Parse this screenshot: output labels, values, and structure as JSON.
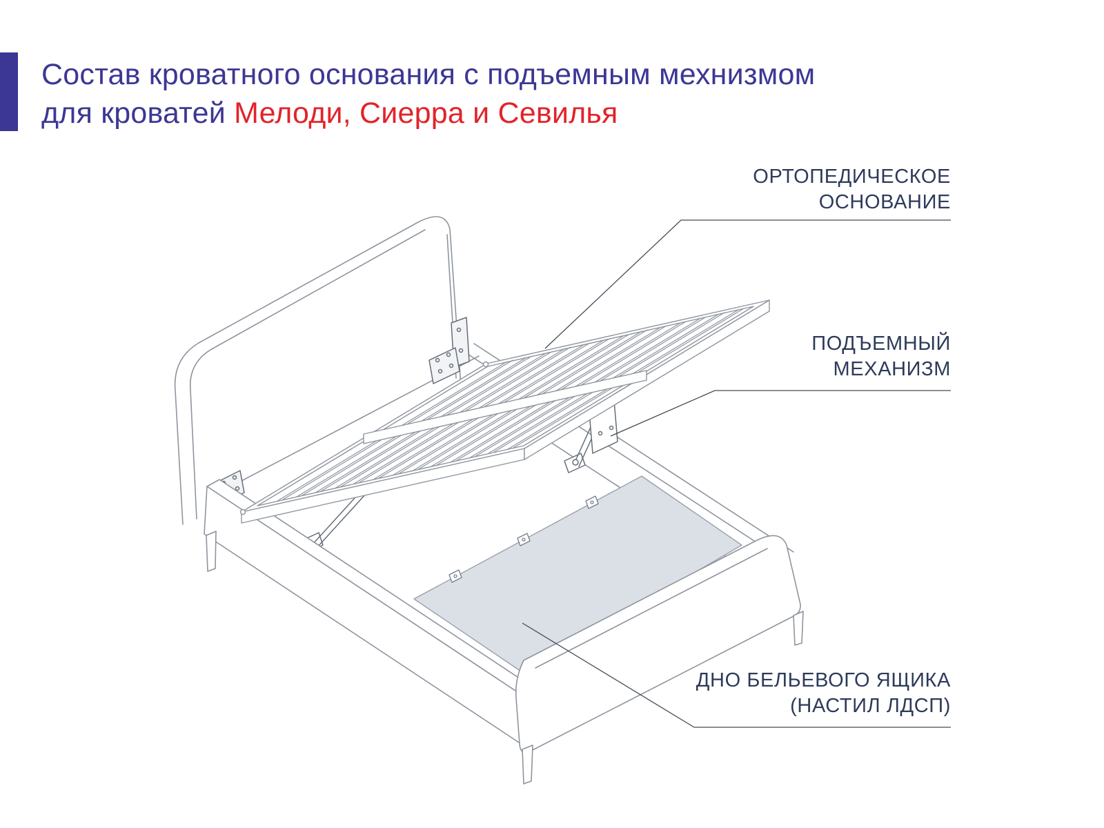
{
  "header": {
    "title_line1": "Состав кроватного основания с подъемным мехнизмом",
    "title_line2_prefix": "для кроватей ",
    "title_line2_models": "Мелоди, Сиерра и Севилья"
  },
  "callouts": [
    {
      "id": "orthopedic-base",
      "line1": "ОРТОПЕДИЧЕСКОЕ",
      "line2": "ОСНОВАНИЕ"
    },
    {
      "id": "lift-mechanism",
      "line1": "ПОДЪЕМНЫЙ",
      "line2": "МЕХАНИЗМ"
    },
    {
      "id": "drawer-bottom",
      "line1": "ДНО БЕЛЬЕВОГО ЯЩИКА",
      "line2": "(НАСТИЛ ЛДСП)"
    }
  ],
  "colors": {
    "title": "#3c3795",
    "highlight_red": "#e2232a",
    "callout_text": "#2d3a5a",
    "accent_bar": "#3c3795",
    "drawing_line": "#8e949e",
    "detail_line": "#666d78",
    "leader_line": "#454a55",
    "panel_fill": "#dbe0e7"
  }
}
